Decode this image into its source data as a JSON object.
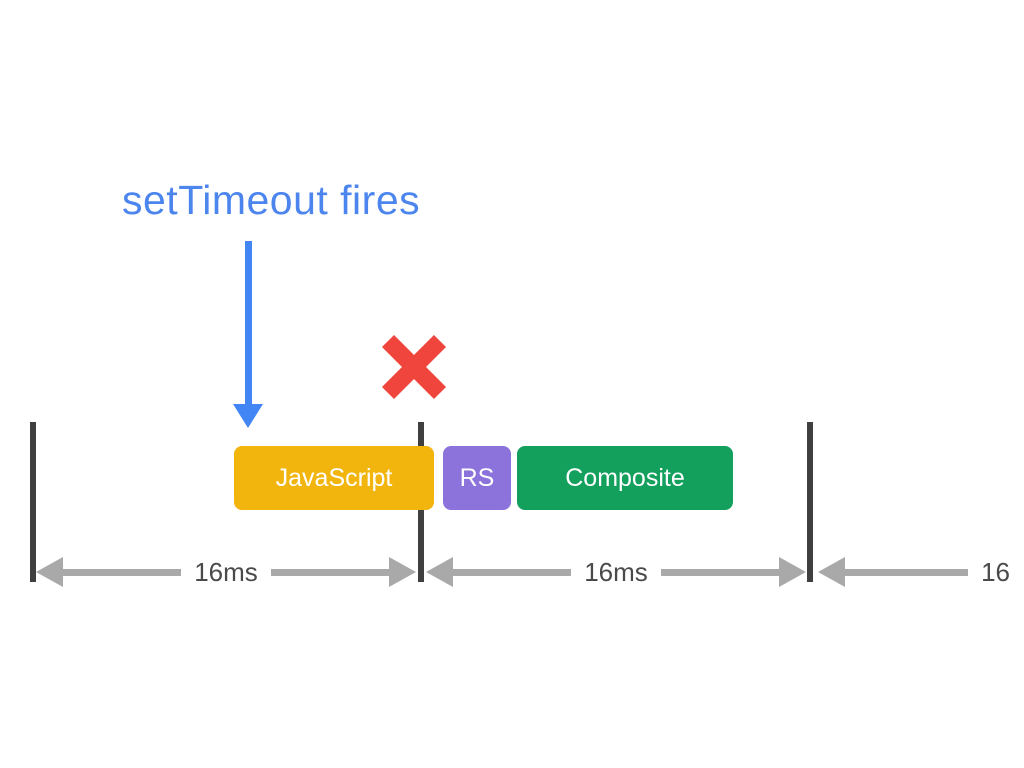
{
  "diagram": {
    "annotation_label": "setTimeout fires",
    "frame_blocks": [
      {
        "label": "JavaScript",
        "color": "#F2B50D"
      },
      {
        "label": "RS",
        "color": "#8C72DB"
      },
      {
        "label": "Composite",
        "color": "#13A05D"
      }
    ],
    "intervals": [
      {
        "label": "16ms"
      },
      {
        "label": "16ms"
      },
      {
        "label": "16"
      }
    ],
    "colors": {
      "annotation_blue": "#4C85EE",
      "arrow_blue": "#4285F4",
      "reject_red": "#EF453C",
      "frame_bar_dark": "#3F3F3F",
      "measure_gray": "#A9A9A9",
      "measure_text": "#4A4A4A",
      "background": "#FFFFFF",
      "block_text": "#FFFFFF"
    }
  }
}
